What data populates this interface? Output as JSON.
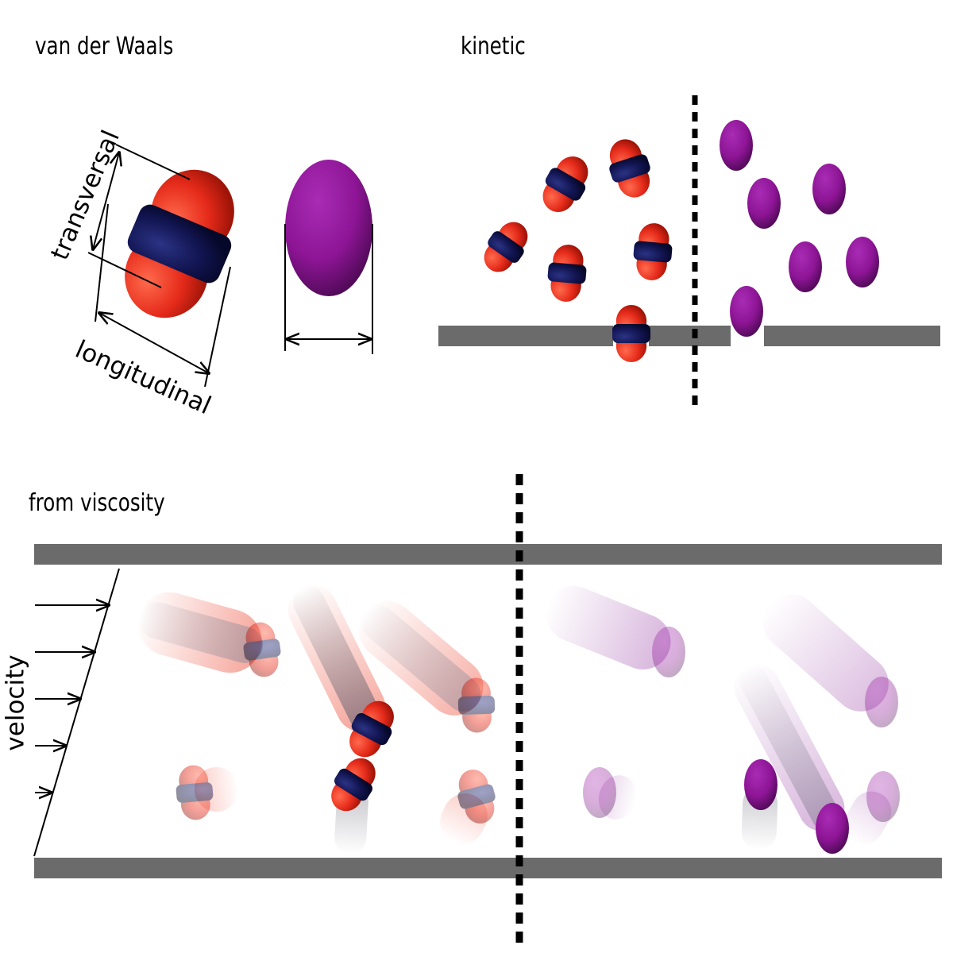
{
  "labels": {
    "van_der_waals": "van der Waals",
    "kinetic": "kinetic",
    "from_viscosity": "from viscosity",
    "transversal": "transversal",
    "longitudinal": "longitudinal",
    "velocity": "velocity"
  },
  "colors": {
    "oxygen": "#e52a1a",
    "carbon": "#121552",
    "argon": "#8e1596",
    "wall": "#6b6b6b",
    "line": "#000000"
  }
}
